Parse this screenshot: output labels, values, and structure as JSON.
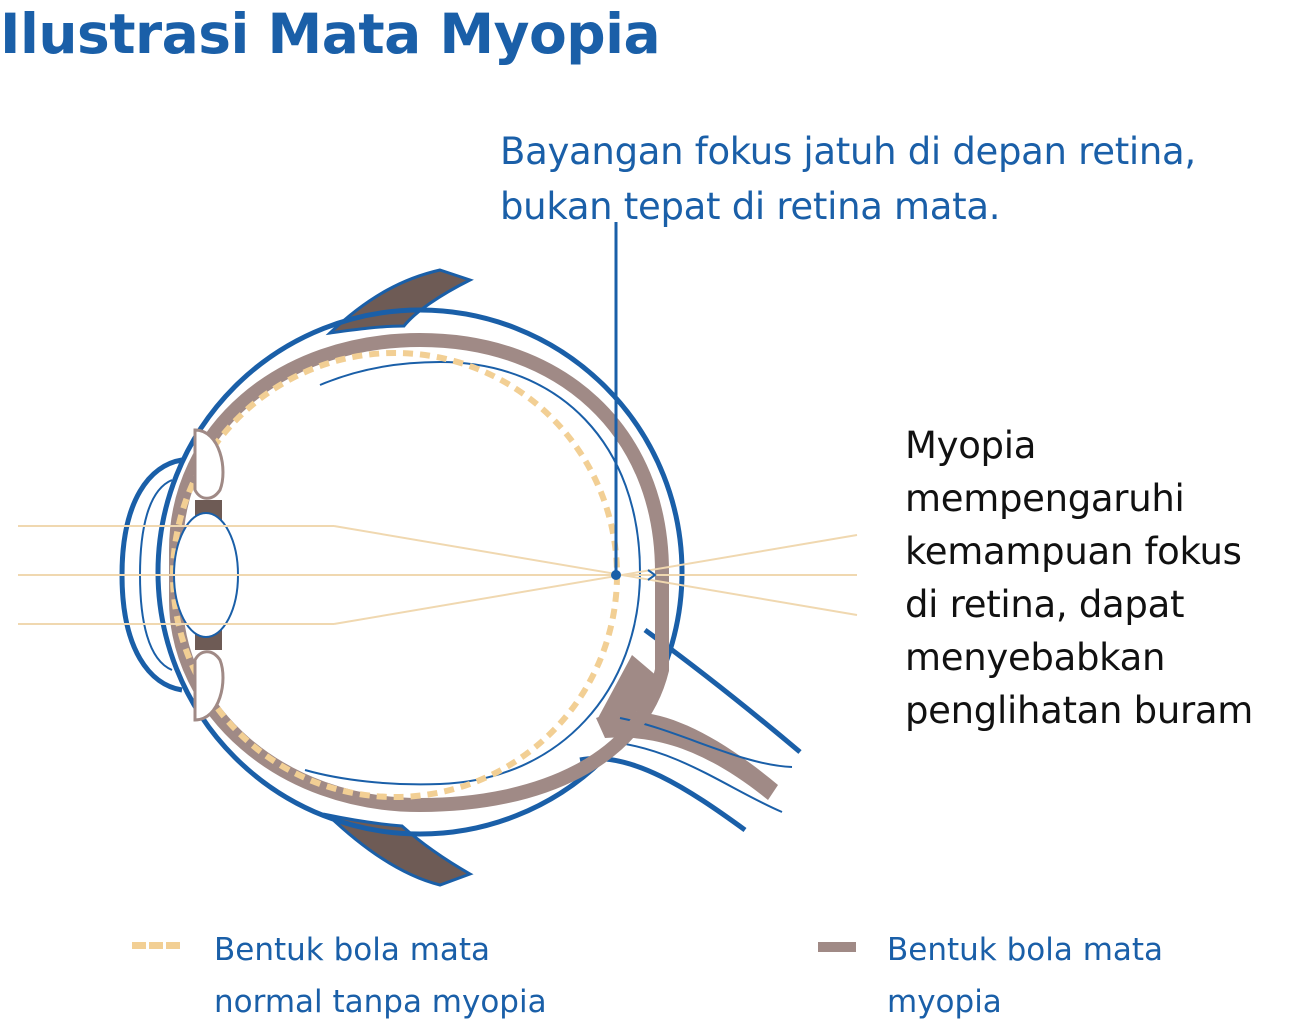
{
  "title": "Ilustrasi Mata Myopia",
  "callout_focus": "Bayangan fokus jatuh di depan retina,\nbukan tepat di retina mata.",
  "callout_effect": "Myopia\nmempengaruhi\nkemampuan fokus\ndi retina, dapat\nmenyebabkan\npenglihatan buram",
  "legend": {
    "normal_label": "Bentuk bola mata\nnormal tanpa myopia",
    "myopia_label": "Bentuk bola mata\nmyopia"
  },
  "colors": {
    "outline_blue": "#1a5fa8",
    "myopia_shape": "#a08a86",
    "muscle_brown": "#6e5b55",
    "normal_dashed": "#f2cf94",
    "light_rays": "#f0d8b0"
  }
}
